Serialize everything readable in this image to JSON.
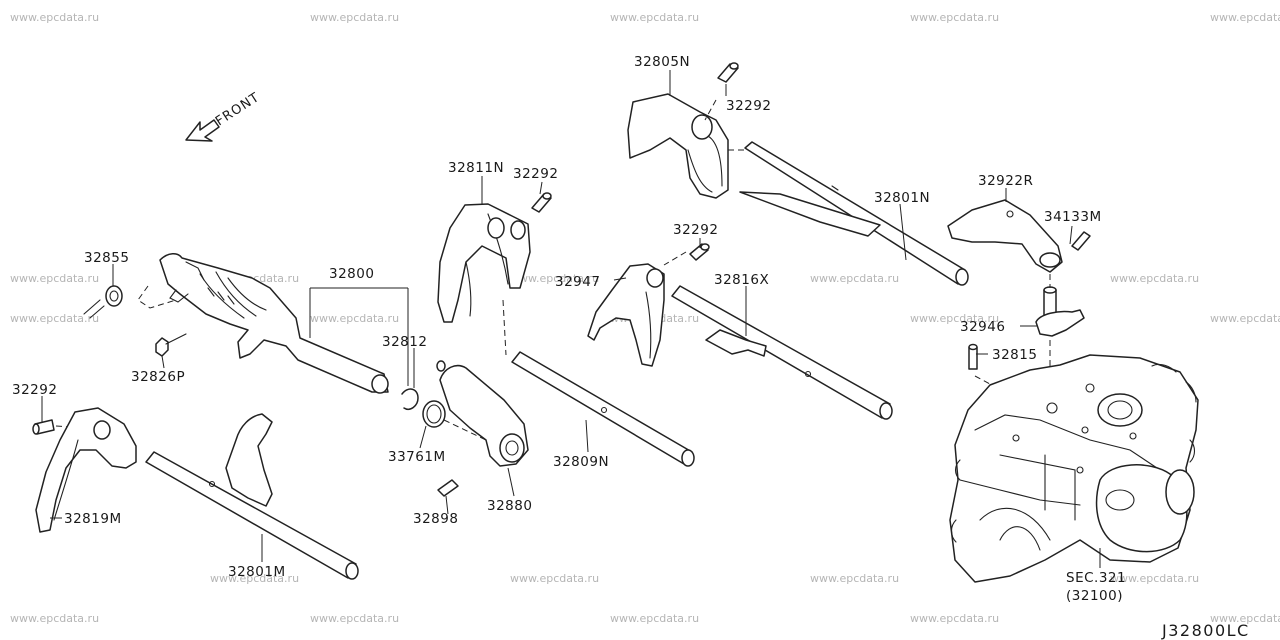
{
  "watermark": "www.epcdata.ru",
  "front_label": "FRONT",
  "diagram_code": "J32800LC",
  "parts": {
    "p32805N": "32805N",
    "p32292_top": "32292",
    "p32801N": "32801N",
    "p32922R": "32922R",
    "p34133M": "34133M",
    "p32811N": "32811N",
    "p32292_mid": "32292",
    "p32292_right": "32292",
    "p32947": "32947",
    "p32816X": "32816X",
    "p32946": "32946",
    "p32815": "32815",
    "p32855": "32855",
    "p32800": "32800",
    "p32812": "32812",
    "p32826P": "32826P",
    "p32292_left": "32292",
    "p33761M": "33761M",
    "p32809N": "32809N",
    "p32880": "32880",
    "p32898": "32898",
    "p32819M": "32819M",
    "p32801M": "32801M",
    "sec_ref": "SEC.321",
    "sec_ref_sub": "(32100)"
  }
}
